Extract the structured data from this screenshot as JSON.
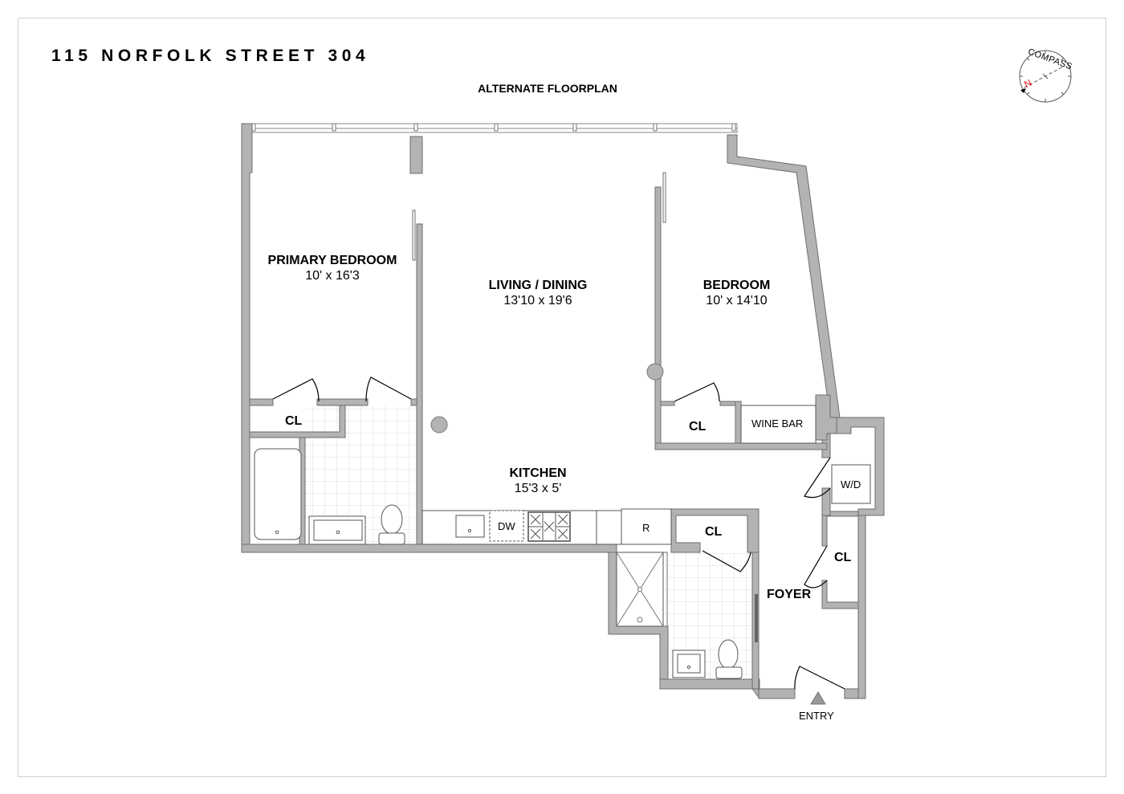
{
  "header": {
    "title": "115 NORFOLK STREET 304",
    "subtitle": "ALTERNATE FLOORPLAN"
  },
  "compass": {
    "label": "COMPASS",
    "north_label": "N",
    "north_color": "#e01b1b"
  },
  "rooms": {
    "primary_bedroom": {
      "name": "PRIMARY BEDROOM",
      "dims": "10' x 16'3"
    },
    "living_dining": {
      "name": "LIVING / DINING",
      "dims": "13'10 x 19'6"
    },
    "bedroom": {
      "name": "BEDROOM",
      "dims": "10' x 14'10"
    },
    "kitchen": {
      "name": "KITCHEN",
      "dims": "15'3 x 5'"
    },
    "foyer": {
      "name": "FOYER"
    }
  },
  "fixtures": {
    "closet": "CL",
    "wine_bar": "WINE BAR",
    "washer_dryer": "W/D",
    "dishwasher": "DW",
    "refrigerator": "R",
    "entry": "ENTRY"
  },
  "colors": {
    "wall_fill": "#b3b3b3",
    "wall_stroke": "#6e6e6e",
    "tile_grid": "#dcdcdc",
    "text": "#000000"
  }
}
